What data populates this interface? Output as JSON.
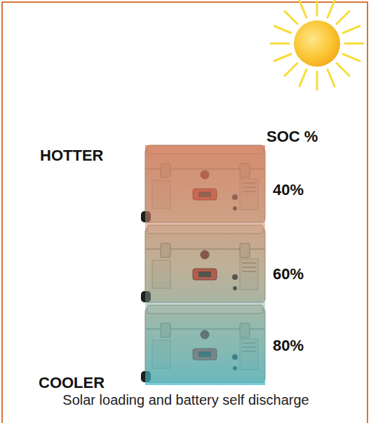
{
  "diagram": {
    "caption": "Solar loading and battery self discharge",
    "labels": [
      "HOTTER",
      "SOC %",
      "40%",
      "60%",
      "80%",
      "COOLER"
    ]
  }
}
